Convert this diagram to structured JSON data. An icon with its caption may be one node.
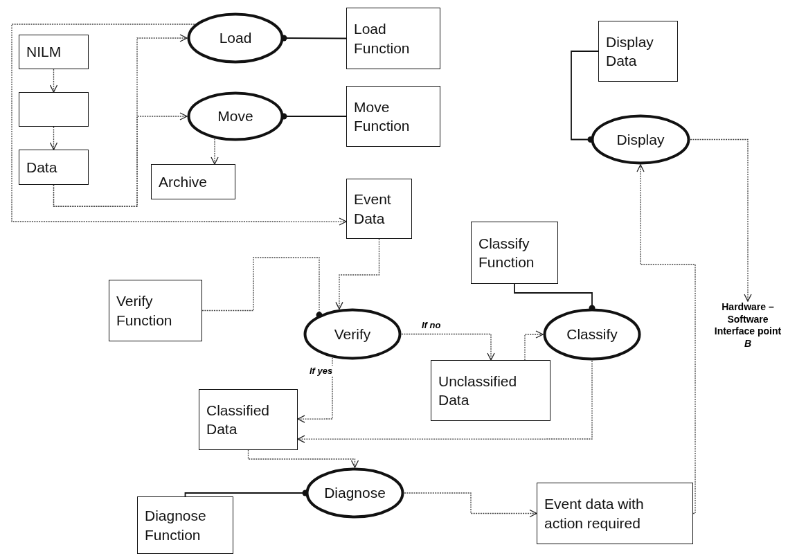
{
  "diagram": {
    "nodes": [
      {
        "text": [
          "NILM"
        ]
      },
      {
        "text": [],
        "shape": "box"
      },
      {
        "text": [
          "Data"
        ]
      },
      {
        "text": [
          "Load"
        ]
      },
      {
        "text": [
          "Load Function"
        ]
      },
      {
        "text": [
          "Move"
        ]
      },
      {
        "text": [
          "Move Function"
        ]
      },
      {
        "text": [
          "Archive"
        ]
      },
      {
        "text": [
          "Event Data"
        ]
      },
      {
        "text": [
          "Display Data"
        ]
      },
      {
        "text": [
          "Display"
        ]
      },
      {
        "text": [
          "Classify Function"
        ]
      },
      {
        "text": [
          "Verify Function"
        ]
      },
      {
        "text": [
          "Verify"
        ]
      },
      {
        "text": [
          "Classify"
        ]
      },
      {
        "text": [
          "Unclassified Data"
        ]
      },
      {
        "text": [
          "Classified Data"
        ]
      },
      {
        "text": [
          "Diagnose"
        ]
      },
      {
        "text": [
          "Diagnose Function"
        ]
      },
      {
        "text": [
          "Event data with action required"
        ]
      },
      {
        "text": [
          "Hardware – Software Interface point *B*"
        ]
      }
    ],
    "edges": [
      {
        "from": 0,
        "to": 1,
        "arrow": "to",
        "style": "dashed"
      },
      {
        "from": 1,
        "to": 2,
        "arrow": "to",
        "style": "dashed"
      },
      {
        "from": 2,
        "to": 3,
        "arrow": "to",
        "style": "dashed"
      },
      {
        "from": 2,
        "to": 5,
        "arrow": "to",
        "style": "dashed"
      },
      {
        "from": 4,
        "to": 3,
        "arrow": "other"
      },
      {
        "from": 6,
        "to": 5,
        "arrow": "other"
      },
      {
        "from": 5,
        "to": 7,
        "arrow": "to",
        "style": "dashed"
      },
      {
        "from": 3,
        "to": 8,
        "arrow": "to",
        "style": "dashed"
      },
      {
        "from": 9,
        "to": 10,
        "arrow": "other"
      },
      {
        "from": 10,
        "to": 20,
        "arrow": "to",
        "style": "dashed"
      },
      {
        "from": 8,
        "to": 13,
        "arrow": "to",
        "style": "dashed"
      },
      {
        "from": 12,
        "to": 13,
        "arrow": "other",
        "style": "dashed"
      },
      {
        "from": 11,
        "to": 14,
        "arrow": "other"
      },
      {
        "from": 13,
        "to": 15,
        "arrow": "to",
        "style": "dashed",
        "label": "If no"
      },
      {
        "from": 15,
        "to": 14,
        "arrow": "to",
        "style": "dashed"
      },
      {
        "from": 13,
        "to": 16,
        "arrow": "to",
        "style": "dashed",
        "label": "If yes"
      },
      {
        "from": 14,
        "to": 16,
        "arrow": "to",
        "style": "dashed"
      },
      {
        "from": 16,
        "to": 17,
        "arrow": "to",
        "style": "dashed"
      },
      {
        "from": 18,
        "to": 17,
        "arrow": "other"
      },
      {
        "from": 17,
        "to": 19,
        "arrow": "to",
        "style": "dashed"
      },
      {
        "from": 19,
        "to": 10,
        "arrow": "to",
        "style": "dashed"
      }
    ]
  }
}
